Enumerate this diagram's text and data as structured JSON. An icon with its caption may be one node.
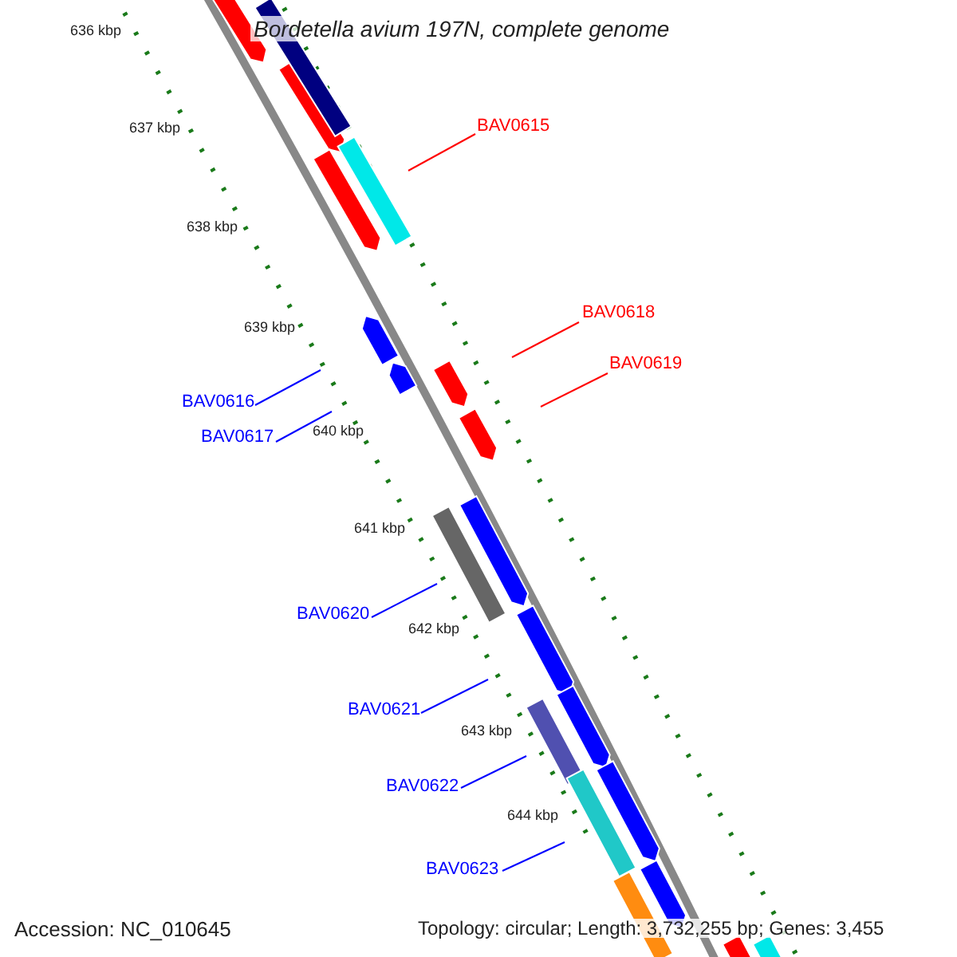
{
  "diagram": {
    "title": "Bordetella avium 197N, complete genome",
    "nodes": [
      {
        "text": [
          "BAV0615"
        ]
      },
      {
        "text": [
          "BAV0618"
        ]
      },
      {
        "text": [
          "BAV0619"
        ]
      },
      {
        "text": [
          "BAV0616"
        ]
      },
      {
        "text": [
          "BAV0617"
        ]
      },
      {
        "text": [
          "BAV0620"
        ]
      },
      {
        "text": [
          "BAV0621"
        ]
      },
      {
        "text": [
          "BAV0622"
        ]
      },
      {
        "text": [
          "BAV0623"
        ]
      }
    ],
    "edges": [
      {
        "from": 0,
        "to": null,
        "arrow": "none",
        "color": "#ff0000"
      },
      {
        "from": 1,
        "to": null,
        "arrow": "none",
        "color": "#ff0000"
      },
      {
        "from": 2,
        "to": null,
        "arrow": "none",
        "color": "#ff0000"
      },
      {
        "from": 3,
        "to": null,
        "arrow": "none"
      },
      {
        "from": 4,
        "to": null,
        "arrow": "none"
      },
      {
        "from": 5,
        "to": null,
        "arrow": "none"
      },
      {
        "from": 6,
        "to": null,
        "arrow": "none"
      },
      {
        "from": 7,
        "to": null,
        "arrow": "none"
      },
      {
        "from": 8,
        "to": null,
        "arrow": "none"
      }
    ],
    "labels": [
      "636 kbp",
      "637 kbp",
      "638 kbp",
      "639 kbp",
      "640 kbp",
      "641 kbp",
      "642 kbp",
      "643 kbp",
      "644 kbp",
      "Accession: NC_010645",
      "Topology: circular; Length: 3,732,255 bp; Genes: 3,455"
    ]
  }
}
